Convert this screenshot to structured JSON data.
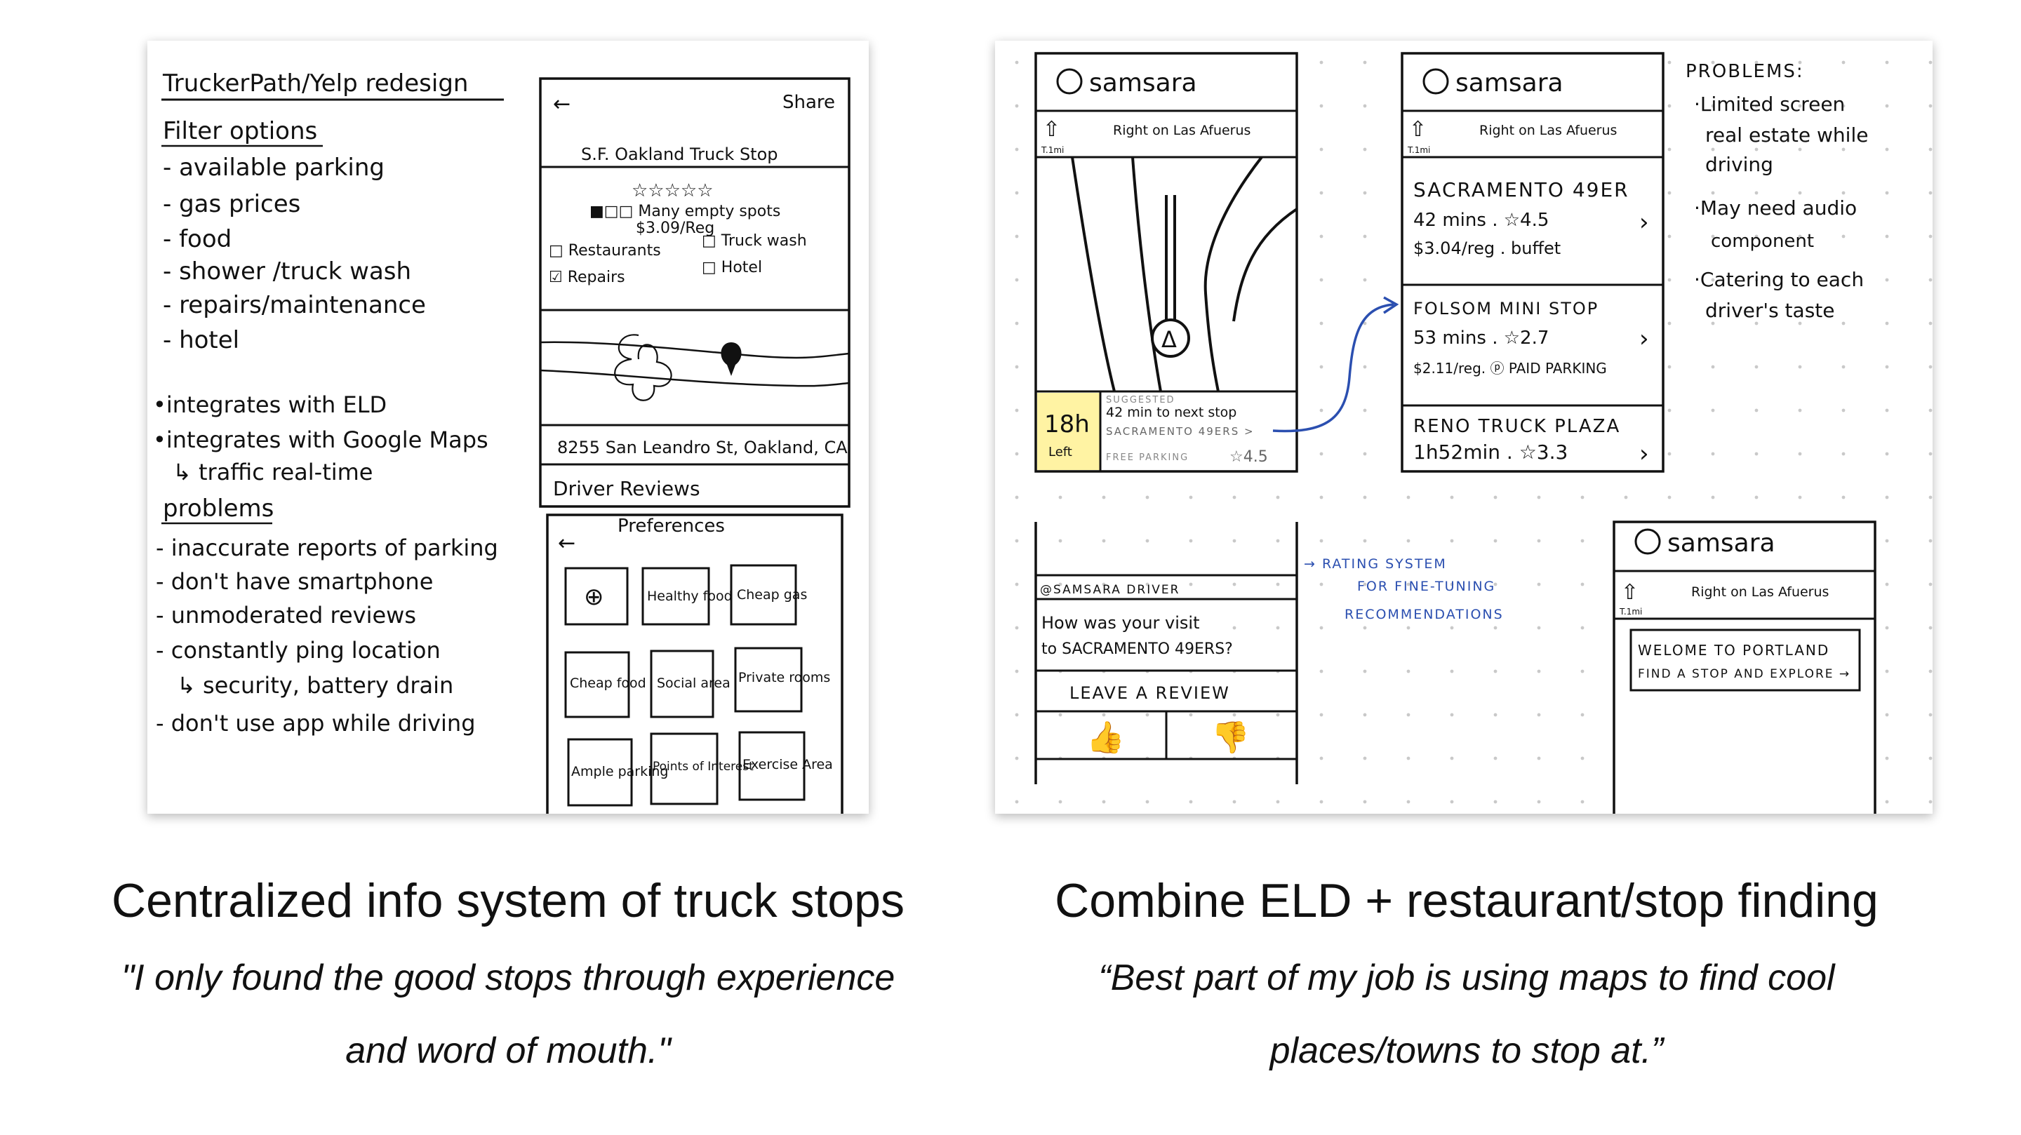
{
  "left_sketch": {
    "heading": "TruckerPath/Yelp redesign",
    "filter_title": "Filter options",
    "filters": [
      "- available parking",
      "- gas prices",
      "- food",
      "- shower /truck wash",
      "- repairs/maintenance",
      "- hotel"
    ],
    "integrations": [
      "•integrates with ELD",
      "•integrates with Google Maps",
      "↳ traffic real-time"
    ],
    "problems_title": "problems",
    "problems": [
      "- inaccurate reports of parking",
      "- don't have smartphone",
      "- unmoderated reviews",
      "- constantly ping location",
      "↳ security, battery drain",
      "- don't use app while driving"
    ],
    "phone1": {
      "back": "←",
      "share": "Share",
      "stop_name": "S.F. Oakland Truck Stop",
      "stars": "☆☆☆☆☆",
      "parking": "■□□ Many empty spots",
      "price": "$3.09/Reg",
      "amenities": [
        "□ Restaurants",
        "□ Truck wash",
        "☑ Repairs",
        "□ Hotel"
      ],
      "address": "8255 San Leandro St, Oakland, CA",
      "reviews": "Driver Reviews"
    },
    "phone2": {
      "back": "←",
      "title": "Preferences",
      "tiles": [
        [
          "⊕",
          "Healthy food",
          "Cheap gas"
        ],
        [
          "Cheap food",
          "Social area",
          "Private rooms"
        ],
        [
          "Ample parking",
          "Points of Interest",
          "Exercise Area"
        ]
      ]
    }
  },
  "right_sketch": {
    "brand": "samsara",
    "nav_text": "Right on Las Afuerus",
    "nav_dist": "T.1mi",
    "screen1": {
      "time_left": "18h",
      "time_left_label": "Left",
      "suggested": "SUGGESTED",
      "next_stop": "42 min to next stop",
      "next_name": "SACRAMENTO 49ERS >",
      "parking": "FREE PARKING",
      "rating": "☆4.5"
    },
    "screen2": {
      "stops": [
        {
          "name": "SACRAMENTO 49ER",
          "line2": "42 mins . ☆4.5",
          "line3": "$3.04/reg . buffet"
        },
        {
          "name": "FOLSOM MINI STOP",
          "line2": "53 mins . ☆2.7",
          "line3": "$2.11/reg. ⓟ PAID PARKING"
        },
        {
          "name": "RENO TRUCK PLAZA",
          "line2": "1h52min . ☆3.3",
          "line3": ""
        }
      ]
    },
    "problems_title": "PROBLEMS:",
    "problems": [
      "·Limited screen",
      "real estate while",
      "driving",
      "·May need audio",
      "component",
      "·Catering to each",
      "driver's taste"
    ],
    "screen3": {
      "driver": "@SAMSARA DRIVER",
      "question": "How was your visit",
      "question2": "to SACRAMENTO 49ERS?",
      "cta": "LEAVE A REVIEW"
    },
    "rating_note": [
      "→ RATING SYSTEM",
      "FOR FINE-TUNING",
      "RECOMMENDATIONS"
    ],
    "screen4": {
      "welcome": "WELOME TO PORTLAND",
      "explore": "FIND A STOP AND EXPLORE →"
    }
  },
  "captions": {
    "left_title": "Centralized info system of truck stops",
    "left_quote_1": "\"I only found the good stops through experience",
    "left_quote_2": "and word of mouth.\"",
    "right_title": "Combine ELD + restaurant/stop finding",
    "right_quote_1": "“Best part of my job is using maps to find cool",
    "right_quote_2": "places/towns to stop at.”"
  },
  "colors": {
    "ink": "#111111",
    "blue_ink": "#2b4fb0",
    "highlight": "#fff3a3",
    "dot_grid": "#c9c9c9"
  }
}
